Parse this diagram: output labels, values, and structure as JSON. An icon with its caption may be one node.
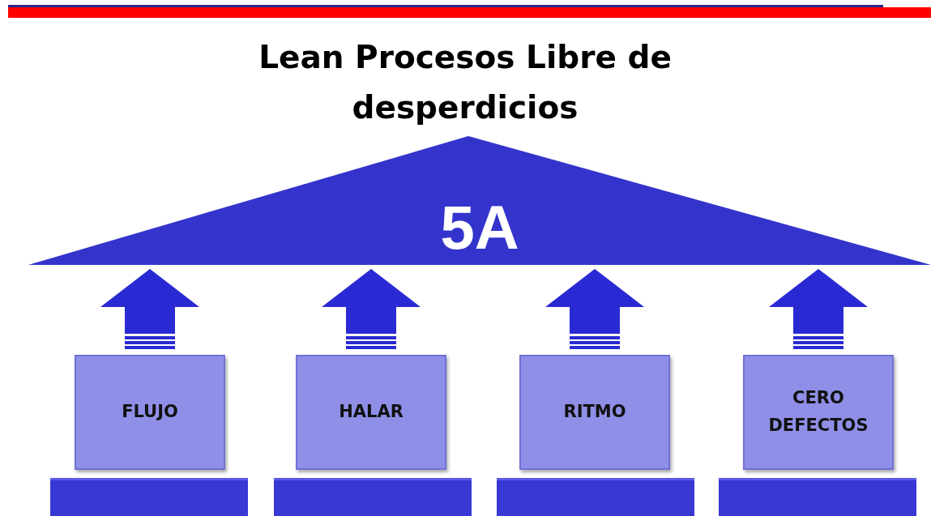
{
  "diagram": {
    "title": "Lean Procesos Libre de desperdicios",
    "nodes": [
      {
        "text": [
          "5A"
        ]
      },
      {
        "text": [
          "FLUJO"
        ]
      },
      {
        "text": [
          "HALAR"
        ]
      },
      {
        "text": [
          "RITMO"
        ]
      },
      {
        "text": [
          "CERO DEFECTOS"
        ]
      },
      {
        "text": [],
        "shape": "bar"
      },
      {
        "text": [],
        "shape": "bar"
      },
      {
        "text": [],
        "shape": "bar"
      },
      {
        "text": [],
        "shape": "bar"
      }
    ],
    "edges": [
      {
        "from": 1,
        "to": 0,
        "arrow": "to"
      },
      {
        "from": 2,
        "to": 0,
        "arrow": "to"
      },
      {
        "from": 3,
        "to": 0,
        "arrow": "to"
      },
      {
        "from": 4,
        "to": 0,
        "arrow": "to"
      }
    ]
  }
}
